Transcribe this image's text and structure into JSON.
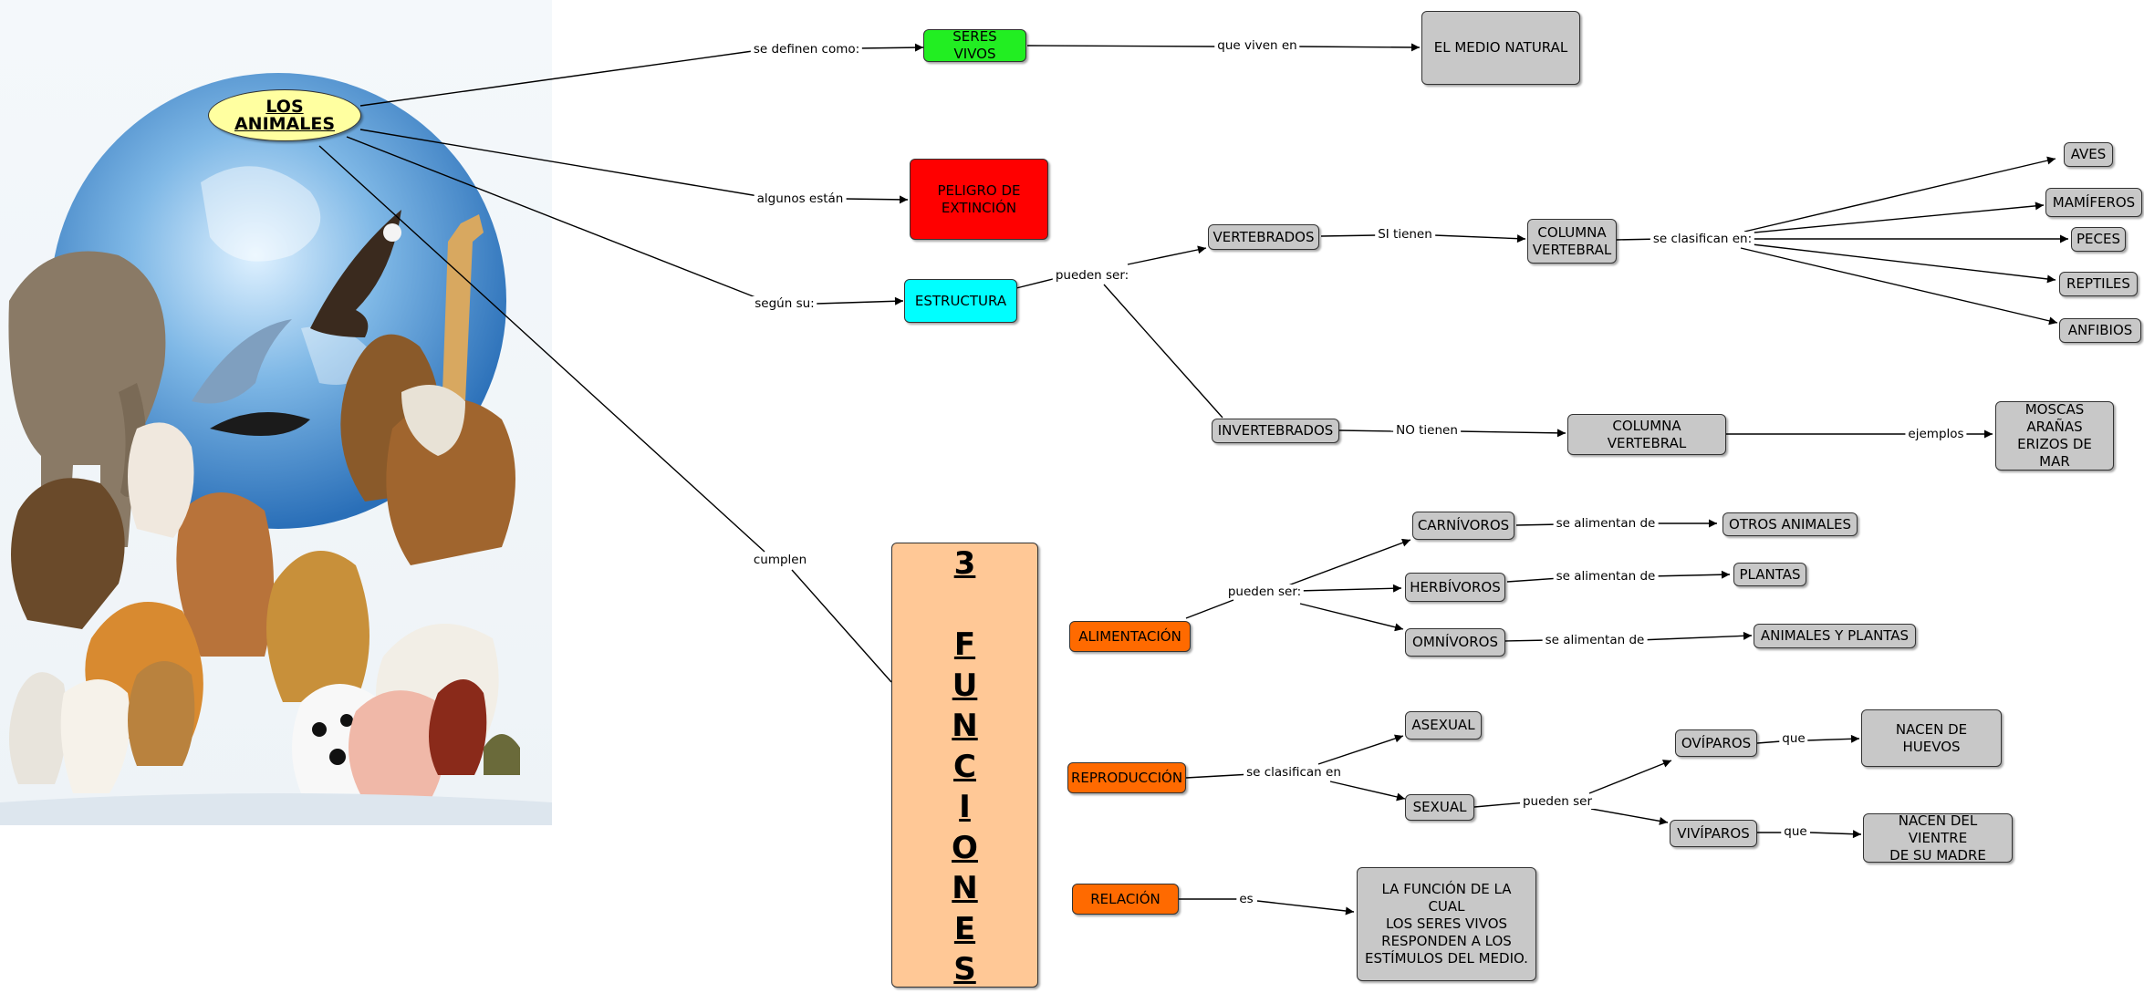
{
  "nodes": {
    "los_animales": "LOS ANIMALES",
    "seres_vivos": "SERES VIVOS",
    "medio_natural": "EL MEDIO NATURAL",
    "peligro": "PELIGRO DE\nEXTINCIÓN",
    "estructura": "ESTRUCTURA",
    "vertebrados": "VERTEBRADOS",
    "columna_vertebral_1": "COLUMNA\nVERTEBRAL",
    "aves": "AVES",
    "mamiferos": "MAMÍFEROS",
    "peces": "PECES",
    "reptiles": "REPTILES",
    "anfibios": "ANFIBIOS",
    "invertebrados": "INVERTEBRADOS",
    "columna_vertebral_2": "COLUMNA VERTEBRAL",
    "ejemplos_inv": "MOSCAS\nARAÑAS\nERIZOS DE MAR",
    "funciones": "3\n\nF\nU\nN\nC\nI\nO\nN\nE\nS",
    "alimentacion": "ALIMENTACIÓN",
    "carnivoros": "CARNÍVOROS",
    "herbivoros": "HERBÍVOROS",
    "omnivoros": "OMNÍVOROS",
    "otros_animales": "OTROS ANIMALES",
    "plantas": "PLANTAS",
    "animales_plantas": "ANIMALES Y PLANTAS",
    "reproduccion": "REPRODUCCIÓN",
    "asexual": "ASEXUAL",
    "sexual": "SEXUAL",
    "oviparos": "OVÍPAROS",
    "viviparos": "VIVÍPAROS",
    "nacen_huevos": "NACEN DE HUEVOS",
    "nacen_vientre": "NACEN DEL VIENTRE\nDE SU MADRE",
    "relacion": "RELACIÓN",
    "funcion_relacion": "LA FUNCIÓN DE LA CUAL\nLOS SERES VIVOS\nRESPONDEN A LOS\nESTÍMULOS DEL MEDIO."
  },
  "links": {
    "se_definen": "se definen como:",
    "que_viven": "que viven en",
    "algunos_estan": "algunos están",
    "segun_su": "según su:",
    "cumplen": "cumplen",
    "pueden_ser_1": "pueden ser:",
    "si_tienen": "SI tienen",
    "se_clasifican_en_1": "se clasifican en:",
    "no_tienen": "NO tienen",
    "ejemplos": "ejemplos",
    "pueden_ser_2": "pueden ser:",
    "se_alimentan_1": "se alimentan de",
    "se_alimentan_2": "se alimentan de",
    "se_alimentan_3": "se alimentan de",
    "se_clasifican_en_2": "se clasifican en",
    "pueden_ser_3": "pueden ser",
    "que_1": "que",
    "que_2": "que",
    "es": "es"
  },
  "colors": {
    "green": "#22ee22",
    "red": "#ff0000",
    "cyan": "#00ffff",
    "orange": "#ff6a00",
    "peach": "#ffc896",
    "gray": "#c8c8c8",
    "ellipse": "#ffffa0"
  }
}
